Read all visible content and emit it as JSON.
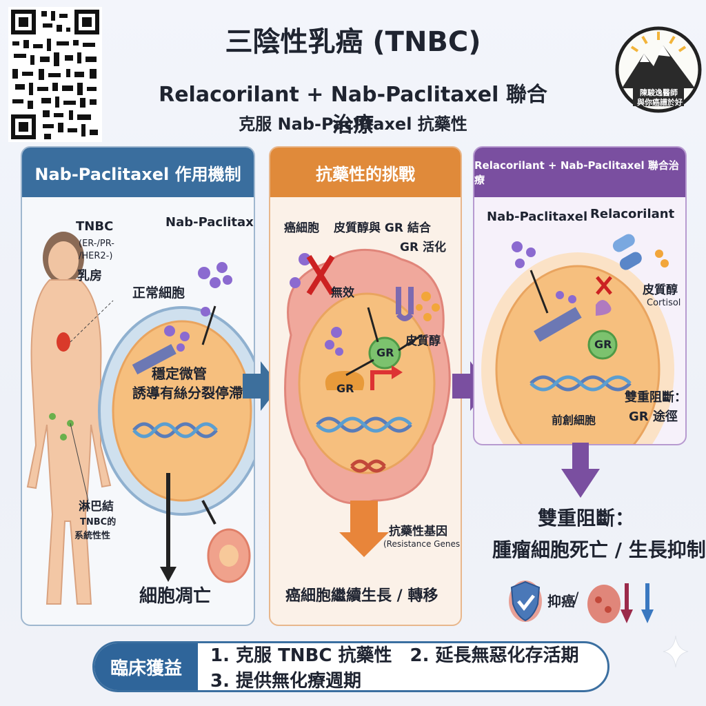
{
  "header": {
    "title_main": "三陰性乳癌 (TNBC)",
    "title_sub": "Relacorilant + Nab-Paclitaxel 聯合治療",
    "title_tag": "克服 Nab-Paclitaxel 抗藥性"
  },
  "logo": {
    "line1": "陳駿逸醫師",
    "line2": "與你癌譜於好"
  },
  "panel_left": {
    "header": "Nab-Paclitaxel 作用機制",
    "tnbc": "TNBC",
    "receptor1": "(ER-/PR-",
    "receptor2": "/HER2-)",
    "breast": "乳房",
    "drug": "Nab-Paclitaxel",
    "normal_cell": "正常細胞",
    "action1": "穩定微管",
    "action2": "誘導有絲分裂停滯",
    "lymph1": "淋巴結",
    "lymph2": "TNBC的",
    "lymph3": "系統性性",
    "result": "細胞凋亡"
  },
  "panel_mid": {
    "header": "抗藥性的挑戰",
    "cancer_cell": "癌細胞",
    "binding": "皮質醇與 GR 結合",
    "activation": "GR 活化",
    "invalid": "無效",
    "cortisol": "皮質醇",
    "gr1": "GR",
    "gr2": "GR",
    "genes": "抗藥性基因",
    "genes_en": "(Resistance Genes)",
    "result": "癌細胞繼續生長 / 轉移"
  },
  "panel_right": {
    "header": "Relacorilant + Nab-Paclitaxel 聯合治療",
    "drug1": "Nab-Paclitaxel",
    "drug2": "Relacorilant",
    "cortisol": "皮質醇",
    "cortisol_en": "Cortisol",
    "gr": "GR",
    "block1": "雙重阻斷：",
    "block2": "GR 途徑",
    "cell": "前創細胞"
  },
  "outcome": {
    "line1": "雙重阻斷：",
    "line2": "腫瘤細胞死亡 / 生長抑制",
    "anticancer": "抑癌",
    "slash": "/"
  },
  "footer": {
    "label": "臨床獲益",
    "benefits": "1. 克服 TNBC 抗藥性　2. 延長無惡化存活期　3. 提供無化療週期"
  },
  "colors": {
    "left_header": "#3a6e9e",
    "mid_header": "#e08a3a",
    "right_header": "#7a4fa0",
    "cell_fill": "#f6bf7e",
    "gr": "#7cc26e"
  }
}
